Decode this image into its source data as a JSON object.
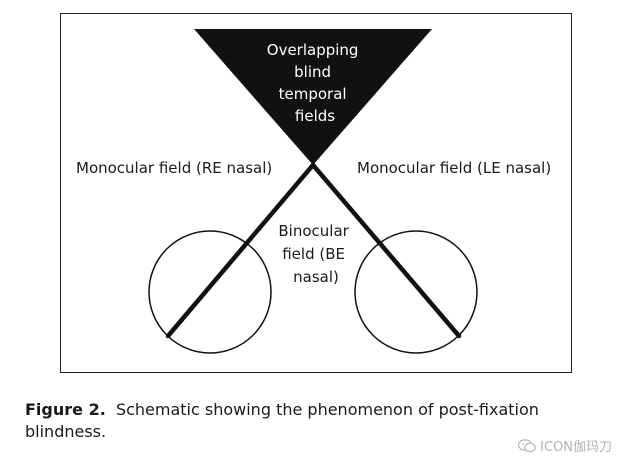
{
  "diagram": {
    "triangle_label_lines": [
      "Overlapping",
      "blind",
      "temporal",
      "fields"
    ],
    "left_field_label": "Monocular field (RE nasal)",
    "right_field_label": "Monocular field (LE nasal)",
    "binocular_label_lines": [
      "Binocular",
      "field (BE",
      "nasal)"
    ]
  },
  "caption": {
    "label": "Figure 2.",
    "text": "Schematic showing the phenomenon of post-fixation blindness."
  },
  "watermark": {
    "text": "ICON伽玛刀",
    "icon": "wechat-icon"
  }
}
